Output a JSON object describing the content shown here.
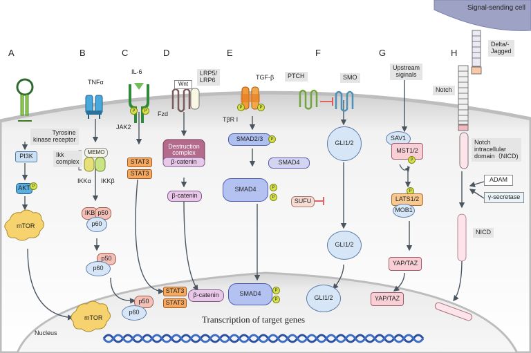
{
  "panels": {
    "A": "A",
    "B": "B",
    "C": "C",
    "D": "D",
    "E": "E",
    "F": "F",
    "G": "G",
    "H": "H"
  },
  "cell": {
    "signal_sending": "Signal-sending cell",
    "nucleus": "Nucleus",
    "transcription": "Transcription of target genes"
  },
  "phos": "P",
  "a": {
    "receptor": "Tyrosine\nkinase receptor",
    "pi3k": "PI3K",
    "akt": "AKT",
    "mtor": "mTOR",
    "mtor_nuc": "mTOR"
  },
  "b": {
    "tnf": "TNFα",
    "memo": "MEMO",
    "ikk_complex": "Ikk\ncomplex",
    "ikka": "IKKα",
    "ikkb": "IKKβ",
    "ikb": "IKB",
    "p50": "p50",
    "p60": "p60",
    "p50b": "p50",
    "p60b": "p60",
    "p50n": "p50",
    "p60n": "p60"
  },
  "c": {
    "il6": "IL-6",
    "jak2": "JAK2",
    "stat3a": "STAT3",
    "stat3b": "STAT3",
    "stat3n1": "STAT3",
    "stat3n2": "STAT3"
  },
  "d": {
    "wnt": "Wnt",
    "lrp": "LRP5/\nLRP6",
    "fzd": "Fzd",
    "destruction": "Destruction\ncomplex",
    "bcat1": "β-catenin",
    "bcat2": "β-catenin",
    "bcat_n": "β-catenin"
  },
  "e": {
    "tgfb": "TGF-β",
    "tbr": "TβR I",
    "smad23": "SMAD2/3",
    "smad4": "SMAD4",
    "smad4c": "SMAD4",
    "smad4n": "SMAD4"
  },
  "f": {
    "ptch": "PTCH",
    "smo": "SMO",
    "gli1": "GLI1/2",
    "sufu": "SUFU",
    "gli2": "GLI1/2",
    "gli_n": "GLI1/2"
  },
  "g": {
    "upstream": "Upstream\nsiginals",
    "sav1": "SAV1",
    "mst": "MST1/2",
    "lats": "LATS1/2",
    "mob1": "MOB1",
    "yap": "YAP/TAZ",
    "yap_n": "YAP/TAZ"
  },
  "h": {
    "delta": "Delta/-\nJagged",
    "notch": "Notch",
    "nicd_long": "Notch\nintracellular\ndomain（NICD)",
    "adam": "ADAM",
    "gsec": "γ-secretase",
    "nicd": "NICD"
  }
}
